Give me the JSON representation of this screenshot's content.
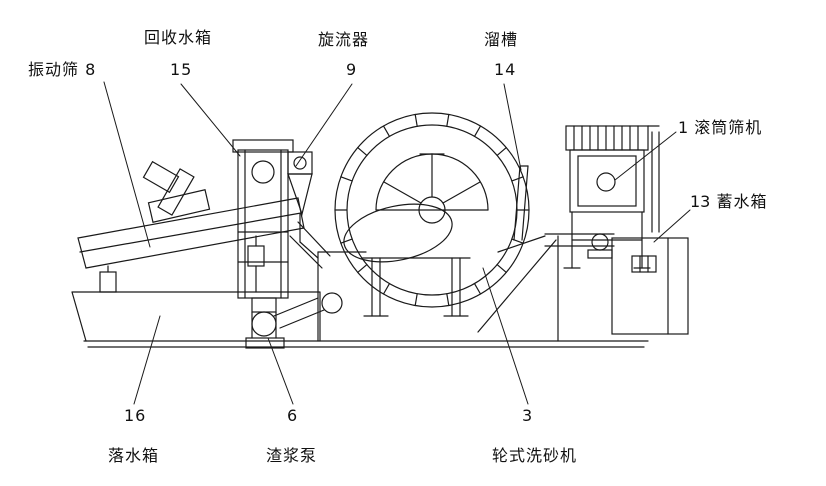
{
  "figure": {
    "background": "#ffffff",
    "line_color": "#1a1a1a",
    "text_color": "#111111"
  },
  "labels": {
    "vibrating_screen": {
      "name": "振动筛",
      "number": "8"
    },
    "recovery_water_tank": {
      "name": "回收水箱",
      "number": "15"
    },
    "cyclone": {
      "name": "旋流器",
      "number": "9"
    },
    "chute": {
      "name": "溜槽",
      "number": "14"
    },
    "drum_screen": {
      "name": "滚筒筛机",
      "number": "1"
    },
    "water_storage_tank": {
      "name": "蓄水箱",
      "number": "13"
    },
    "falling_water_tank": {
      "name": "落水箱",
      "number": "16"
    },
    "slurry_pump": {
      "name": "渣浆泵",
      "number": "6"
    },
    "wheel_sand_washer": {
      "name": "轮式洗砂机",
      "number": "3"
    }
  }
}
